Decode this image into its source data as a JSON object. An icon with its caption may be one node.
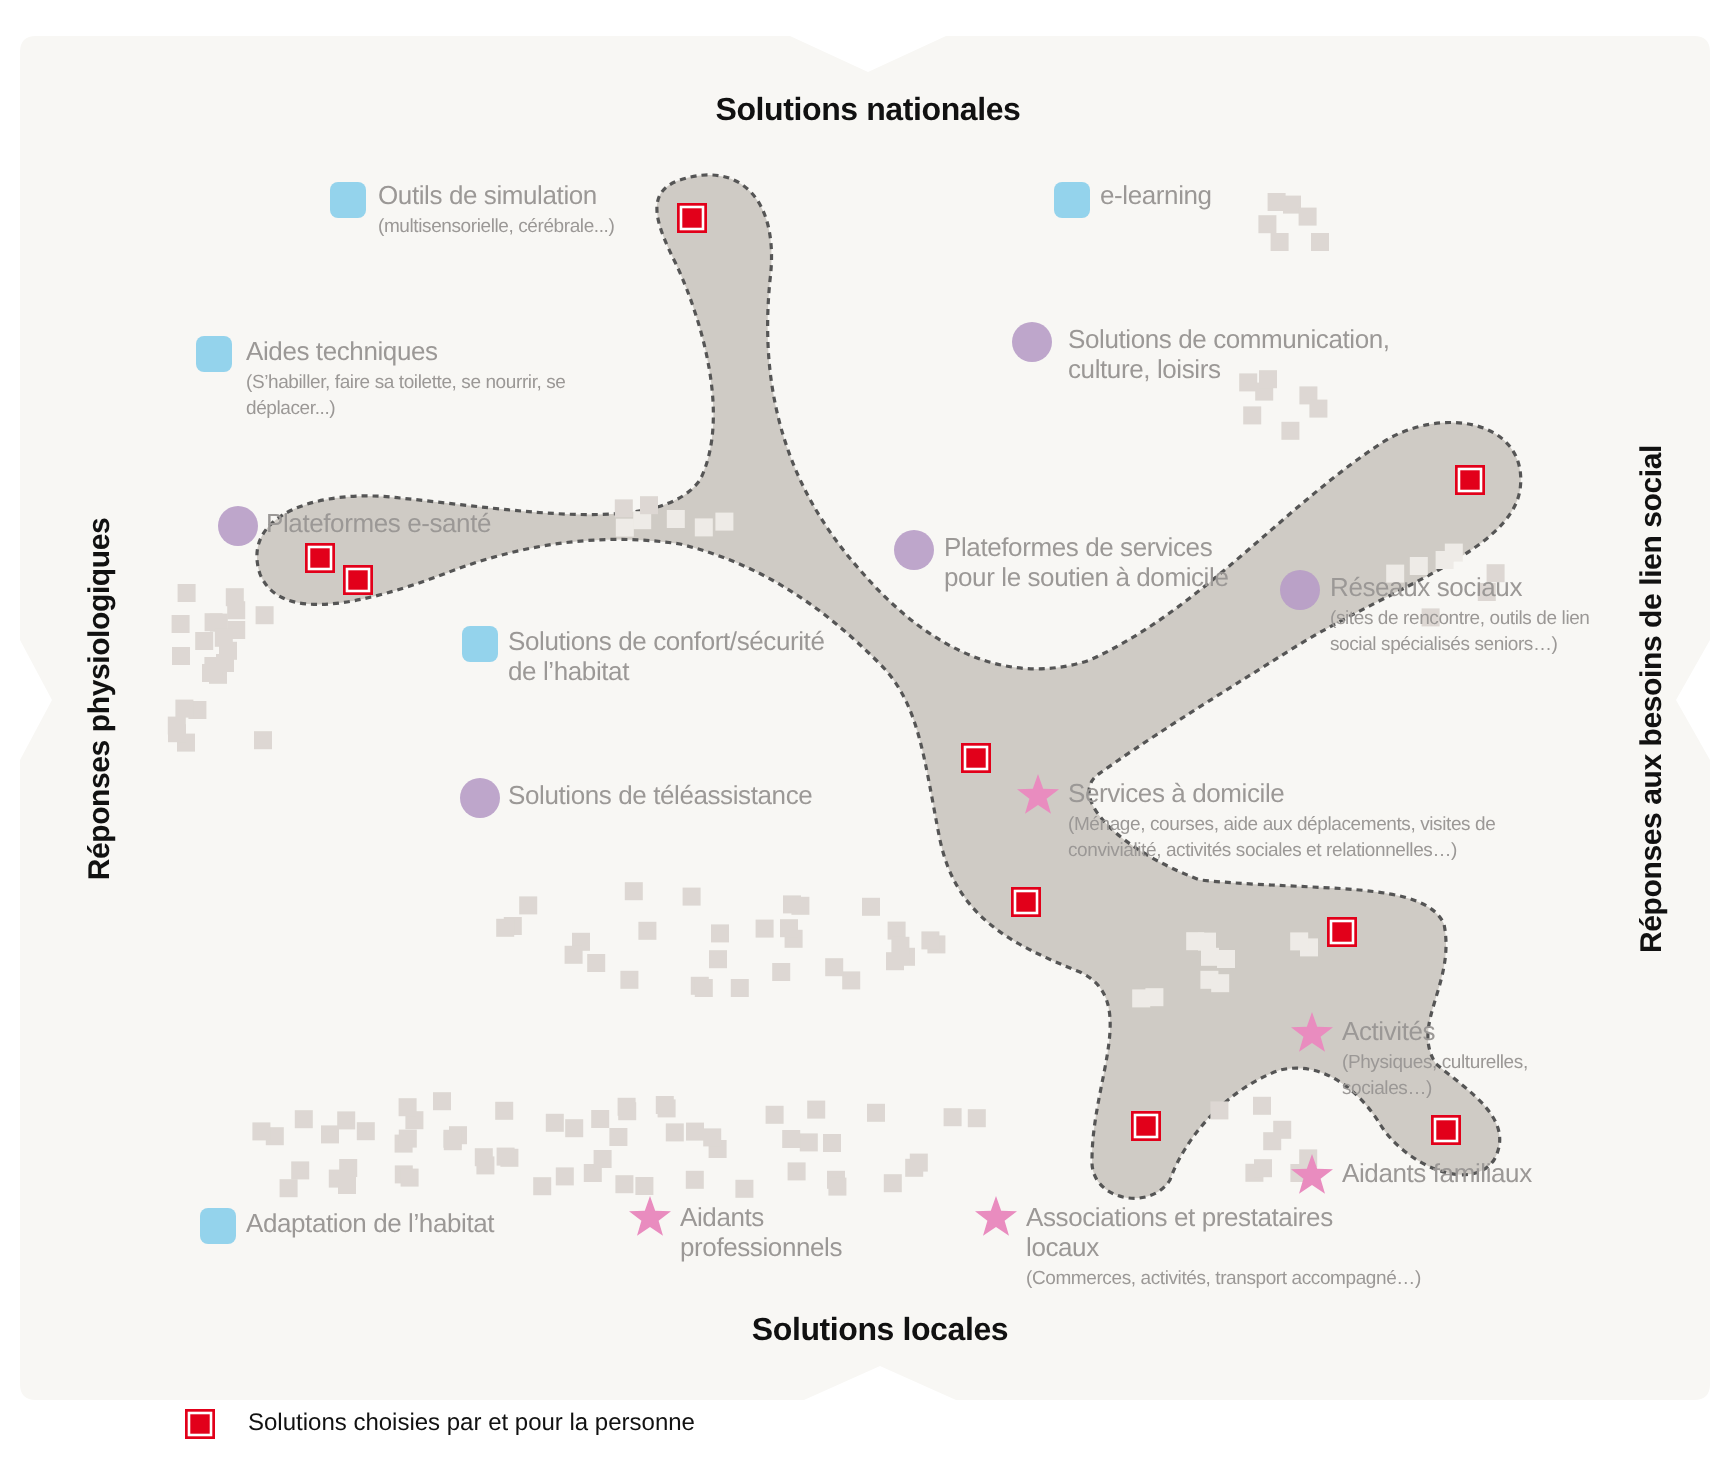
{
  "diagram": {
    "labels": [
      "Solutions nationales",
      "Outils de simulation",
      "(multisensorielle, cérébrale...)",
      "e-learning",
      "Aides techniques",
      "(S’habiller, faire sa toilette, se nourrir, se déplacer...)",
      "Solutions de communication, culture, loisirs",
      "Plateformes e-santé",
      "Plateformes de services pour le soutien à domicile",
      "Réseaux sociaux",
      "(sites de rencontre, outils de lien social spécialisés seniors…)",
      "Réponses physiologiques",
      "Réponses aux besoins de lien social",
      "Solutions de confort/sécurité de l’habitat",
      "Solutions de téléassistance",
      "Services à domicile",
      "(Ménage, courses, aide aux déplacements, visites de convivialité, activités sociales et relationnelles…)",
      "Activités",
      "(Physiques, culturelles, sociales…)",
      "Aidants familiaux",
      "Adaptation de l’habitat",
      "Aidants professionnels",
      "Associations et prestataires locaux",
      "(Commerces, activités, transport accompagné…)",
      "Solutions locales"
    ],
    "legend": [
      {
        "text": "Solutions choisies par et pour la personne"
      }
    ]
  }
}
